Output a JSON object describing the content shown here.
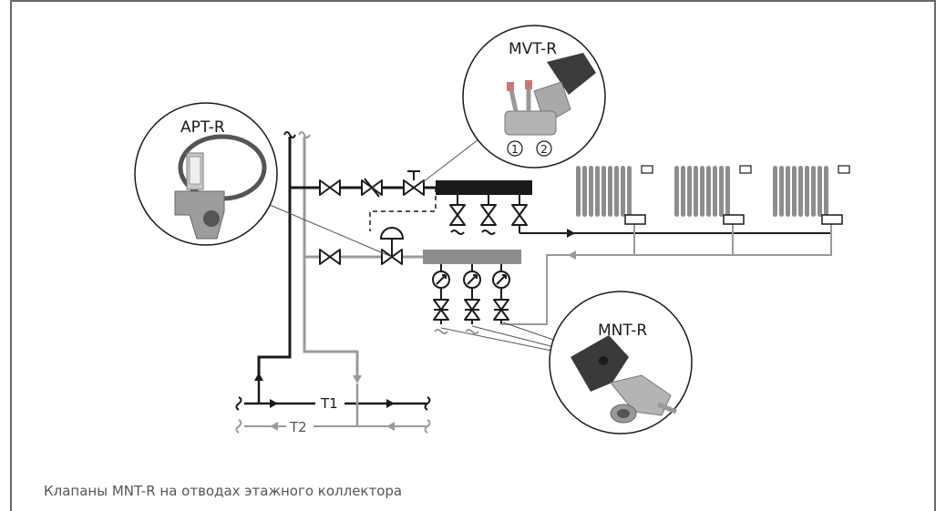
{
  "caption": "Клапаны MNT-R на отводах этажного коллектора",
  "callouts": {
    "mvt": "MVT-R",
    "apt": "APT-R",
    "mnt": "MNT-R"
  },
  "ports": {
    "one": "1",
    "two": "2"
  },
  "pipes": {
    "supply": "T1",
    "return": "T2"
  },
  "colors": {
    "supply": "#1a1a1a",
    "return": "#9a9a9a",
    "radiator": "#8d8d8d",
    "frame": "#6b6b6b"
  }
}
